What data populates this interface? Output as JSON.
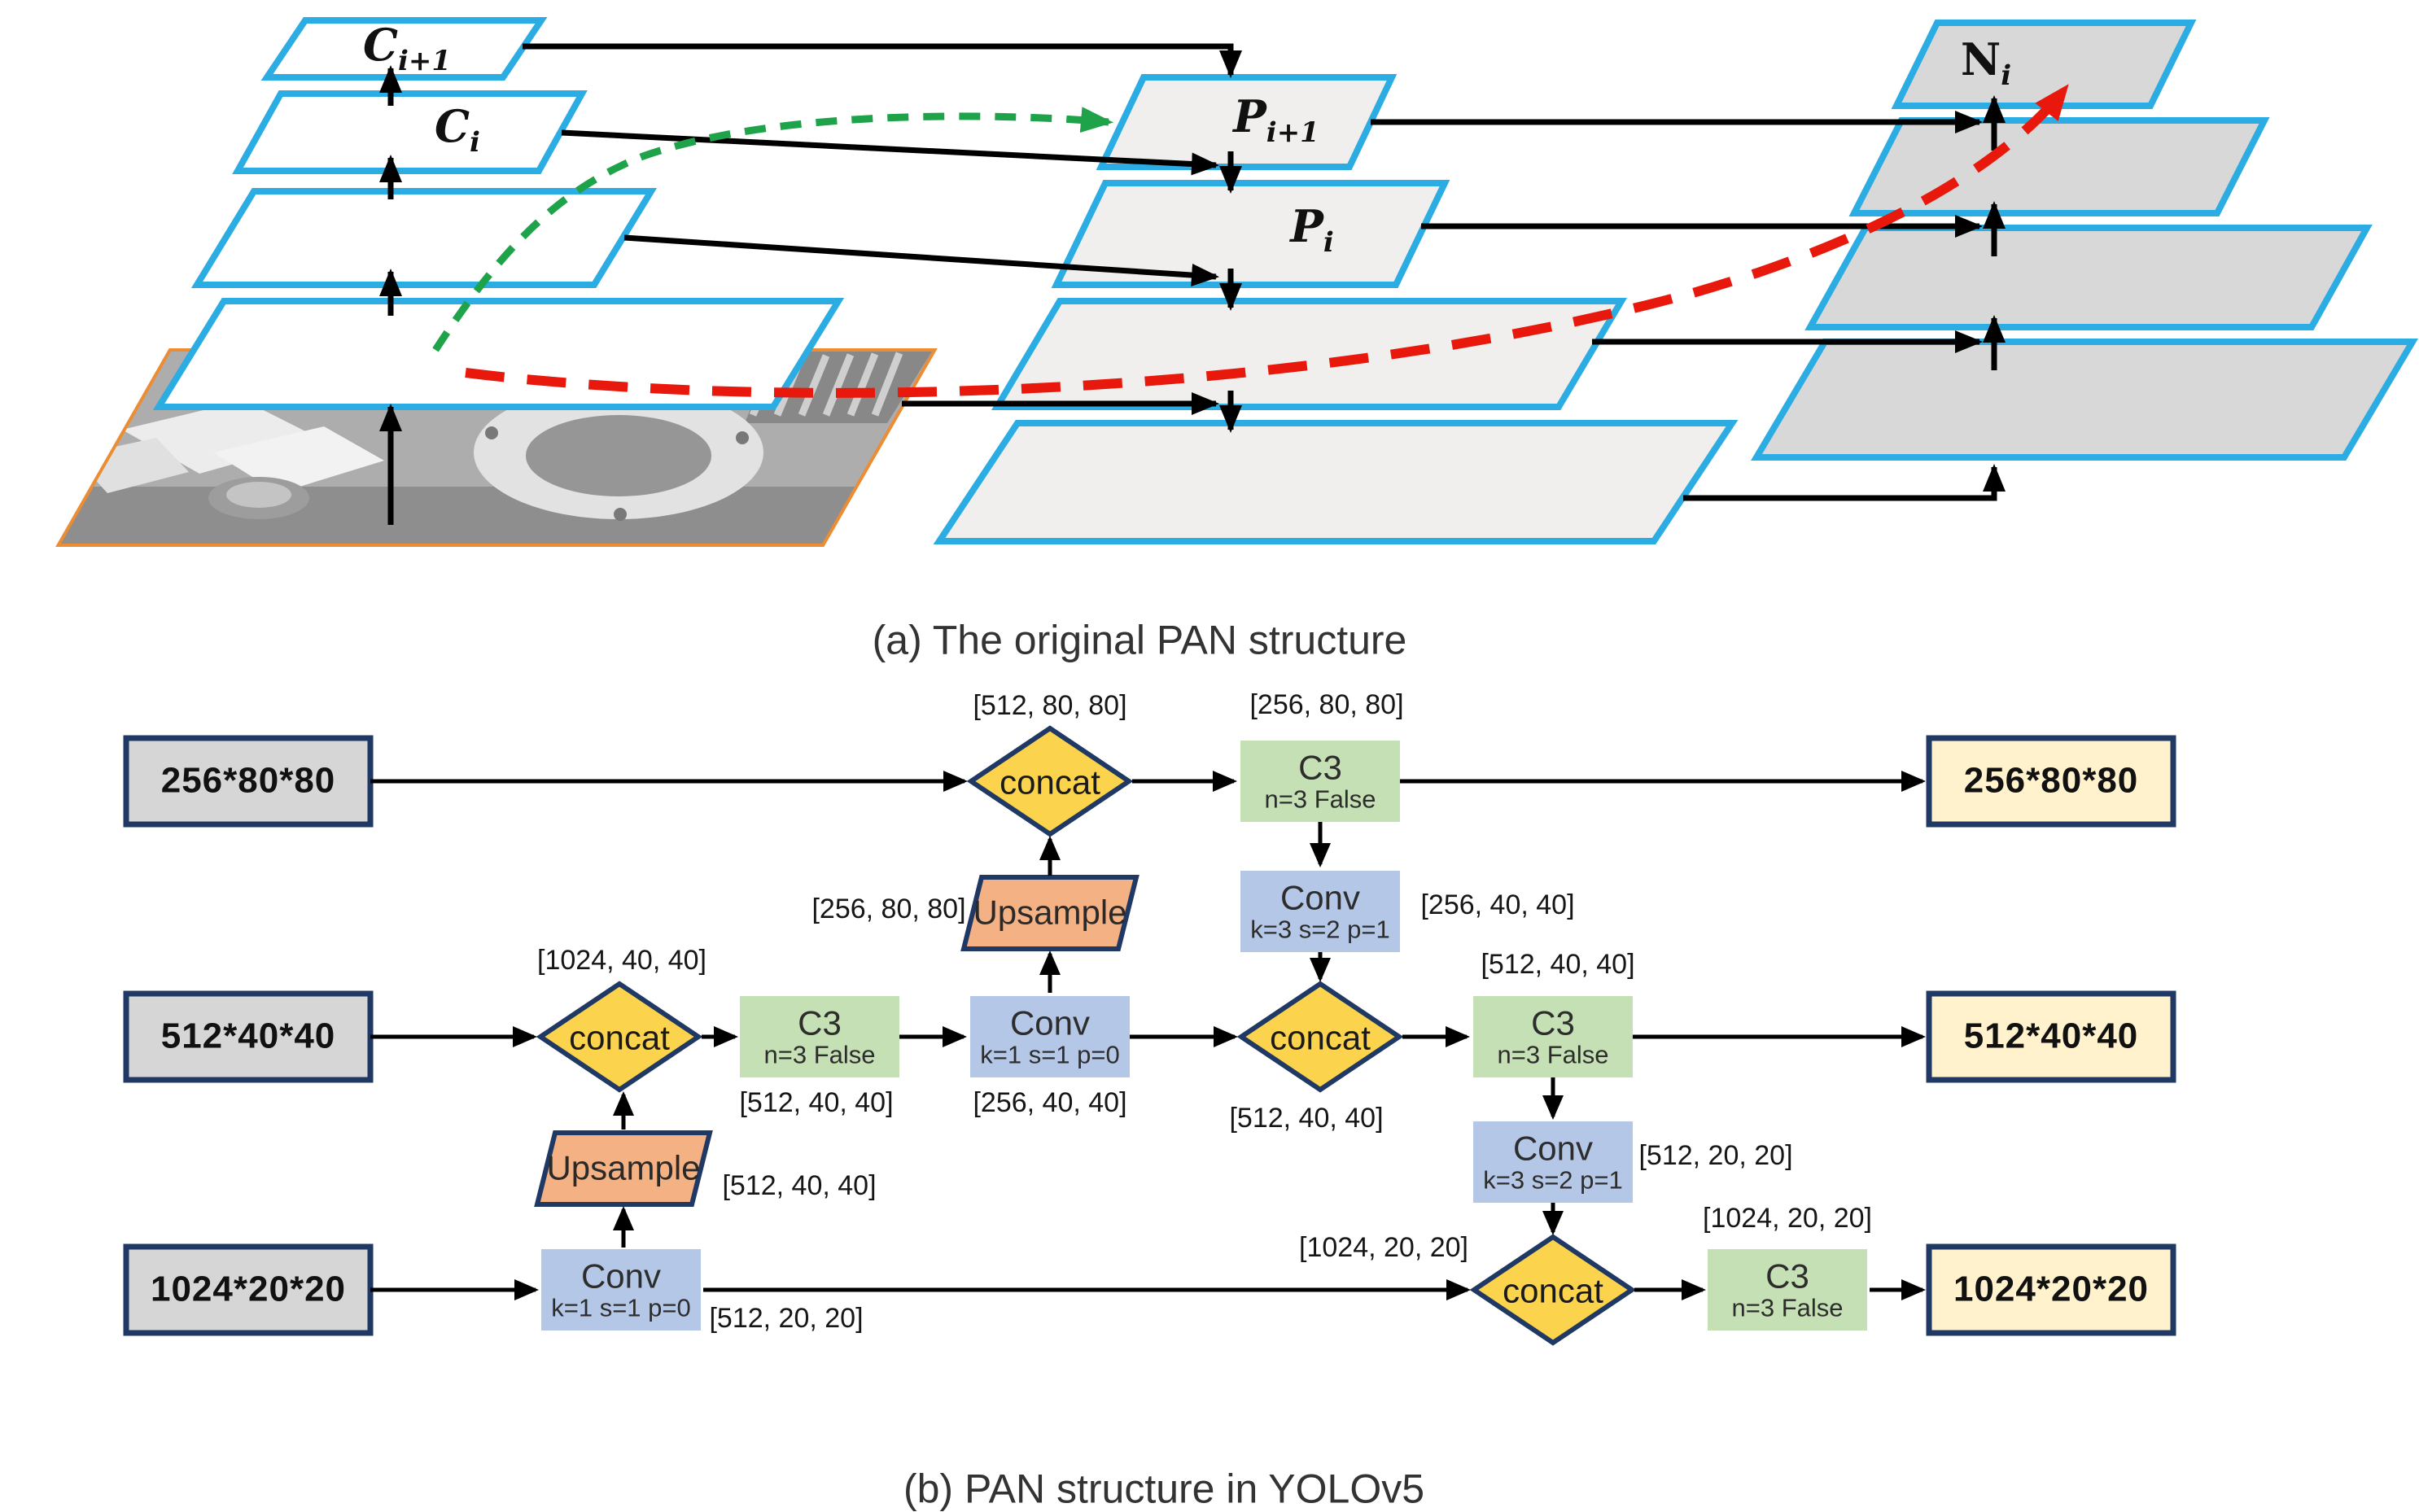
{
  "panel_a": {
    "caption": "(a) The original PAN structure",
    "labels": {
      "c_next": {
        "base": "C",
        "sub": "i+1"
      },
      "c_i": {
        "base": "C",
        "sub": "i"
      },
      "p_next": {
        "base": "P",
        "sub": "i+1"
      },
      "p_i": {
        "base": "P",
        "sub": "i"
      },
      "n_i": {
        "base": "N",
        "sub": "i"
      }
    },
    "colors": {
      "layer_border": "#2BACE2",
      "photo_border": "#EC8C33",
      "mid_layer_fill": "#F0EFED",
      "right_layer_fill": "#D8D8D8",
      "green_path": "#1FA34A",
      "red_path": "#E8190C"
    }
  },
  "panel_b": {
    "caption": "(b) PAN structure in YOLOv5",
    "inputs": [
      {
        "label": "256*80*80"
      },
      {
        "label": "512*40*40"
      },
      {
        "label": "1024*20*20"
      }
    ],
    "outputs": [
      {
        "label": "256*80*80"
      },
      {
        "label": "512*40*40"
      },
      {
        "label": "1024*20*20"
      }
    ],
    "concat_label": "concat",
    "upsample_label": "Upsample",
    "c3": {
      "title": "C3",
      "sub": "n=3 False"
    },
    "conv": {
      "title": "Conv",
      "sub_k1": "k=1 s=1 p=0",
      "sub_k3": "k=3 s=2 p=1"
    },
    "dims": {
      "concat1_in": "[512, 80, 80]",
      "c3_1_out": "[256, 80, 80]",
      "conv1_out": "[256, 40, 40]",
      "upsample1_in": "[256, 80, 80]",
      "concat2_in": "[1024, 40, 40]",
      "c3_2_out": "[512, 40, 40]",
      "conv2_out": "[256, 40, 40]",
      "concat3_in": "[512, 40, 40]",
      "c3_3_in": "[512, 40, 40]",
      "upsample2_out": "[512, 40, 40]",
      "conv3_out": "[512, 20, 20]",
      "skip_line": "[1024, 20, 20]",
      "concat4_out": "[1024, 20, 20]",
      "conv_b_out": "[512, 20, 20]"
    },
    "colors": {
      "input_fill": "#D6D6D6",
      "output_fill": "#FFF2CC",
      "box_border": "#1F3864",
      "c3_fill": "#C5E0B4",
      "conv_fill": "#B4C7E7",
      "concat_fill": "#FBD34D",
      "upsample_fill": "#F4B183"
    }
  }
}
